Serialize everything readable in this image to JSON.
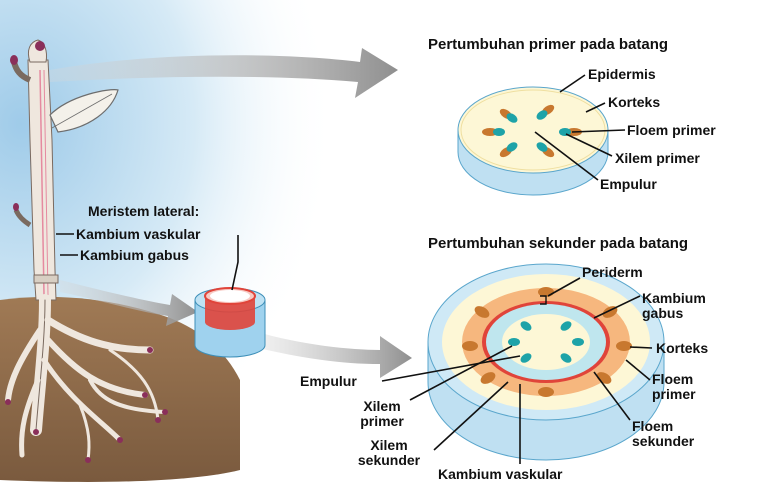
{
  "primary": {
    "title": "Pertumbuhan primer pada batang",
    "labels": {
      "epidermis": "Epidermis",
      "korteks": "Korteks",
      "floem": "Floem primer",
      "xilem": "Xilem primer",
      "empulur": "Empulur"
    }
  },
  "lateral": {
    "title": "Meristem lateral:",
    "kambium_vaskular": "Kambium vaskular",
    "kambium_gabus": "Kambium gabus"
  },
  "secondary": {
    "title": "Pertumbuhan sekunder pada batang",
    "labels": {
      "periderm": "Periderm",
      "kambium_gabus_1": "Kambium",
      "kambium_gabus_2": "gabus",
      "korteks": "Korteks",
      "floem_primer_1": "Floem",
      "floem_primer_2": "primer",
      "floem_sekunder_1": "Floem",
      "floem_sekunder_2": "sekunder",
      "empulur": "Empulur",
      "xilem_primer_1": "Xilem",
      "xilem_primer_2": "primer",
      "xilem_sekunder_1": "Xilem",
      "xilem_sekunder_2": "sekunder",
      "kambium_vaskular": "Kambium vaskular"
    }
  },
  "colors": {
    "background_sky": "#cfe6f5",
    "soil": "#8b6a4d",
    "stem": "#f1ece6",
    "disc_top": "#fdf7d6",
    "disc_side": "#bfe0f2",
    "phloem": "#c8782f",
    "xylem": "#1ea3a8",
    "cambium_red": "#e0443a",
    "cortex_orange": "#f6b77e",
    "arrow_gray": "#9b9b9b"
  }
}
